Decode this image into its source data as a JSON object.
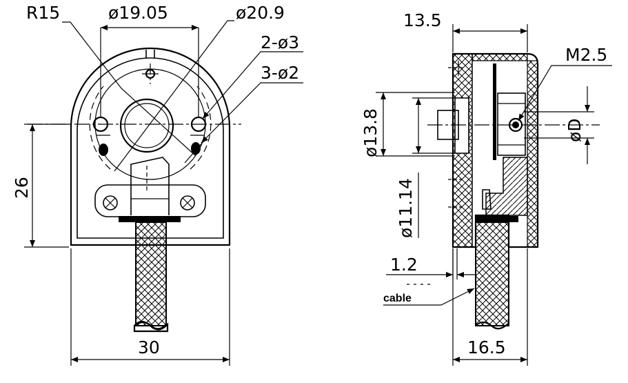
{
  "front_view": {
    "dims": {
      "radius": "R15",
      "bore_dia": "ø19.05",
      "outer_dia": "ø20.9",
      "holes_3": "2-ø3",
      "holes_2": "3-ø2",
      "height": "26",
      "width": "30"
    }
  },
  "side_view": {
    "dims": {
      "depth_top": "13.5",
      "thread": "M2.5",
      "shaft_dia": "øD",
      "hub_dia": "ø13.8",
      "inner_dia": "ø11.14",
      "thickness": "1.2",
      "depth_bottom": "16.5"
    },
    "note": "cable"
  }
}
